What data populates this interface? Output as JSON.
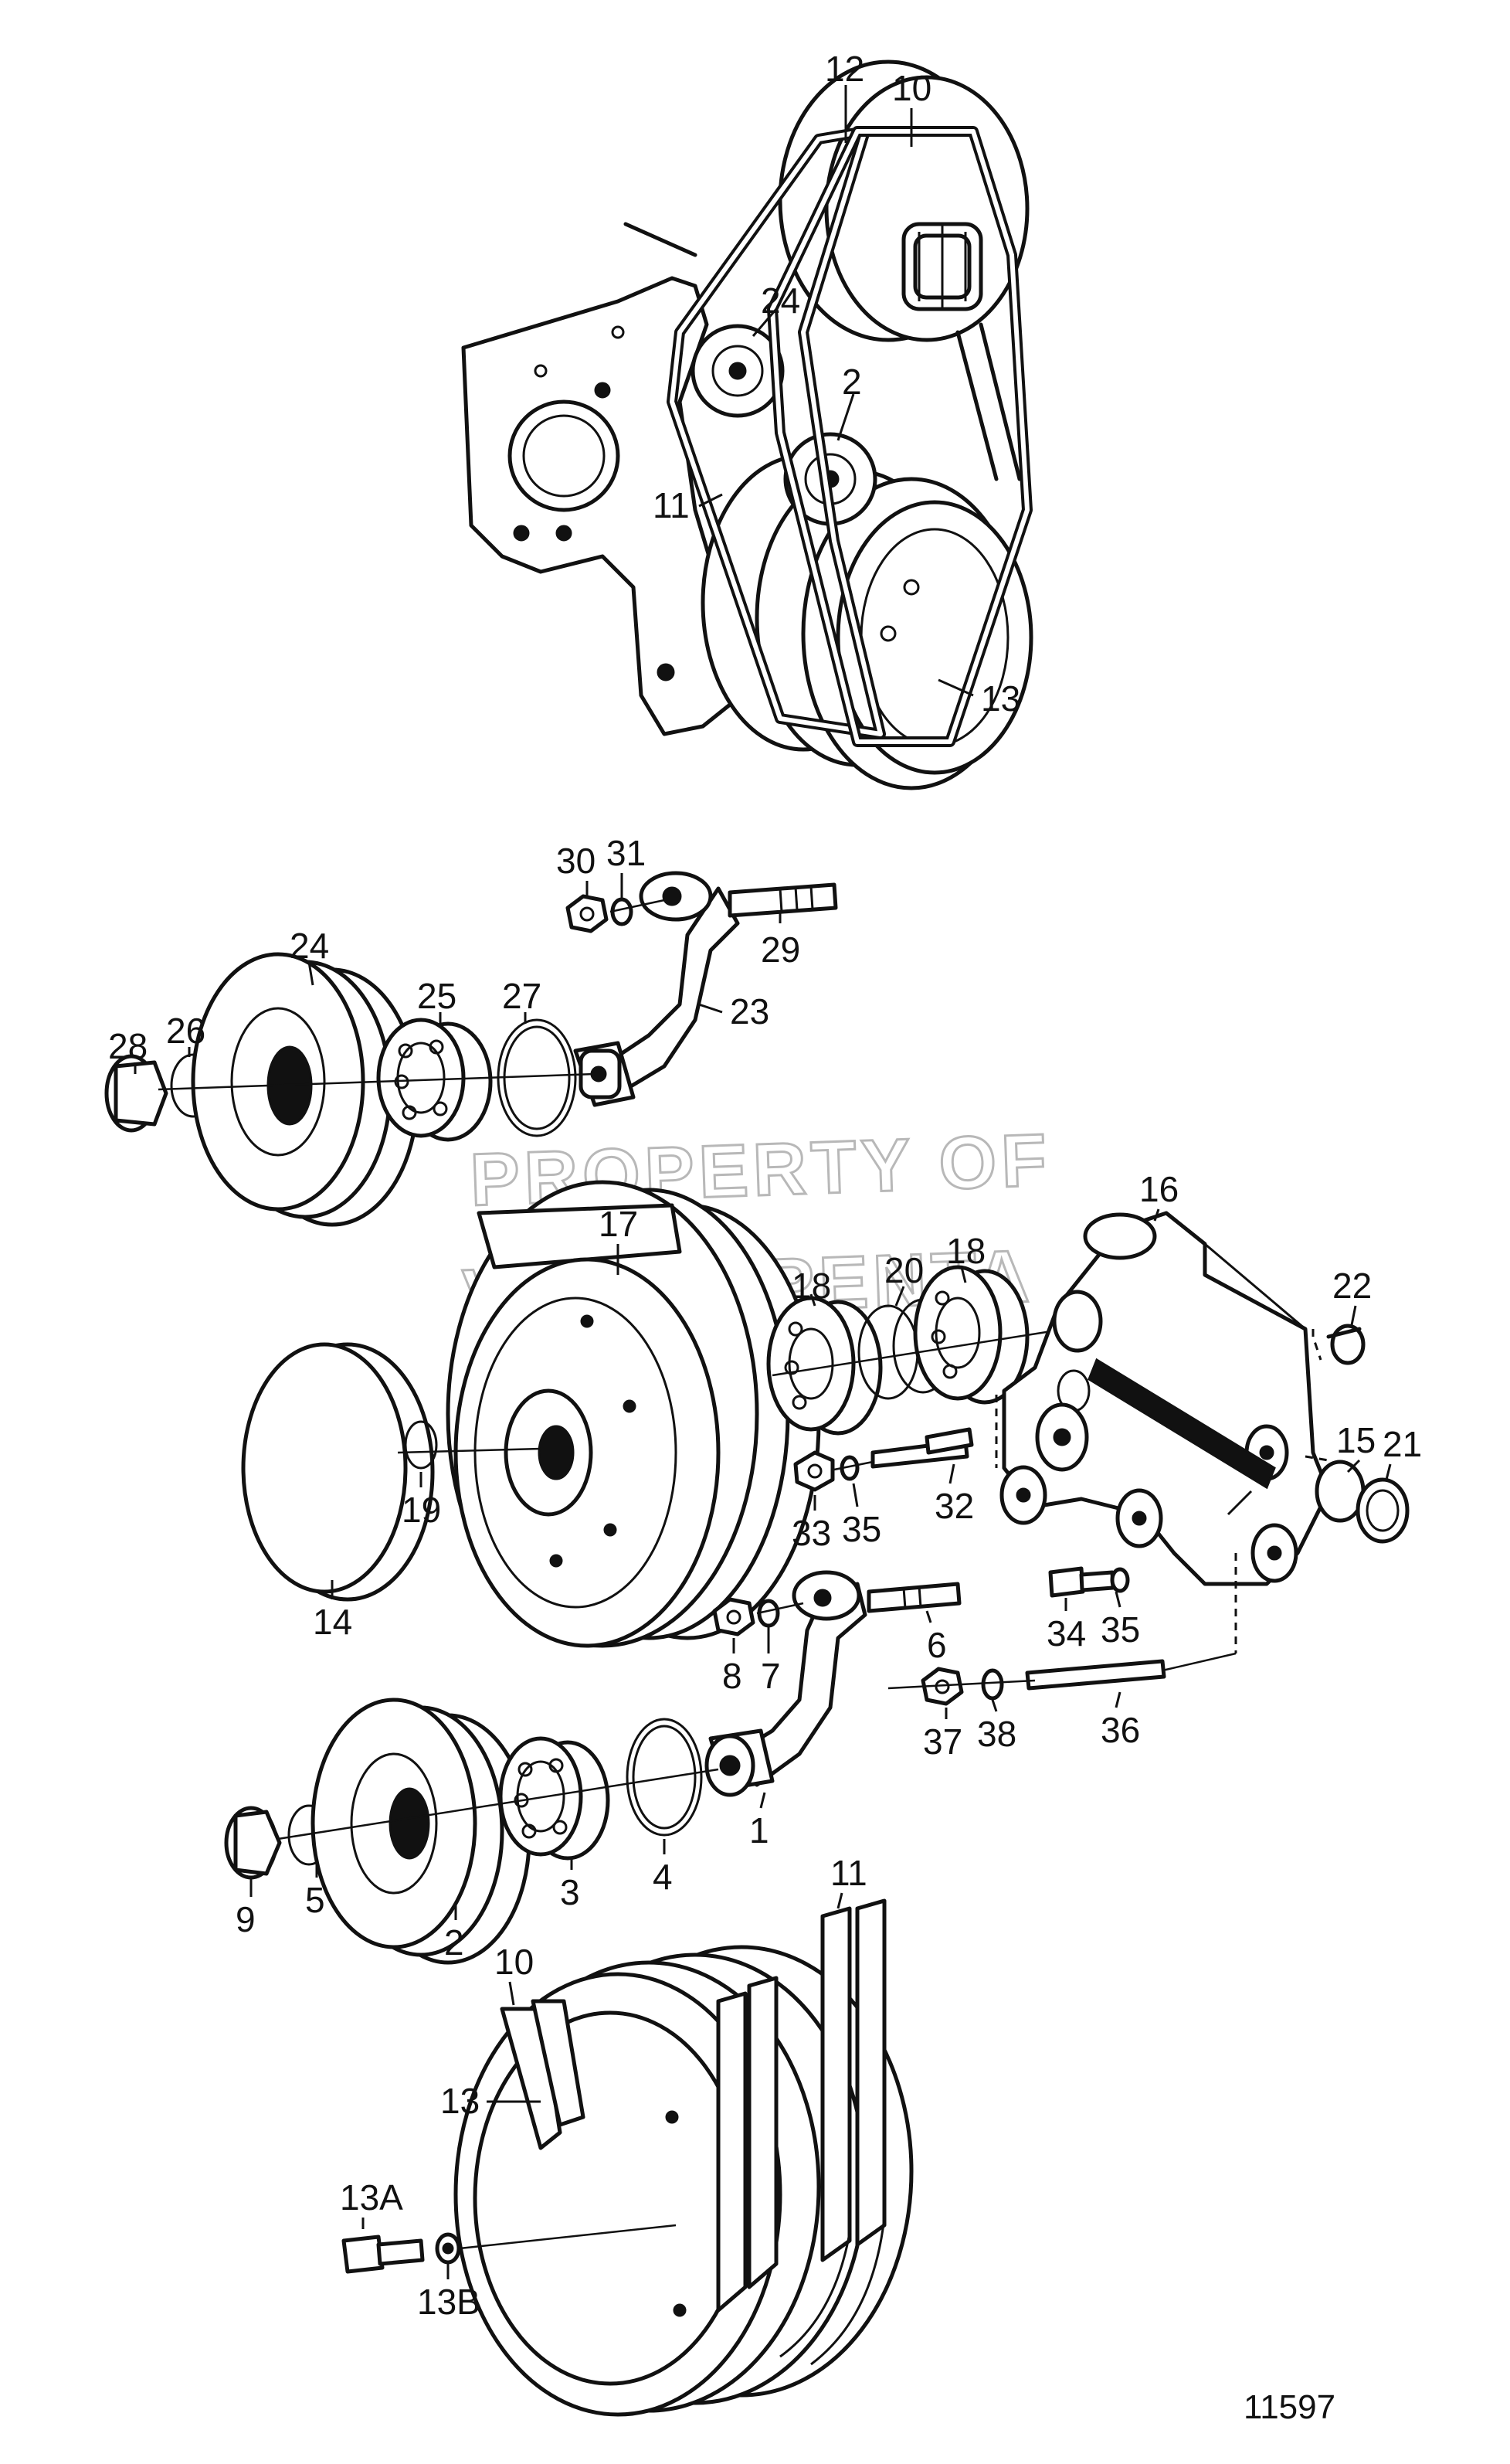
{
  "watermark": {
    "line1": "PROPERTY OF",
    "line2": "VOLVO PENTA"
  },
  "drawing_number": "11597",
  "labels": {
    "p12": "12",
    "p10_top": "10",
    "p24_top": "24",
    "p2_top": "2",
    "p11_top": "11",
    "p13_top": "13",
    "p30": "30",
    "p31": "31",
    "p29": "29",
    "p24": "24",
    "p25": "25",
    "p27": "27",
    "p23": "23",
    "p28": "28",
    "p26": "26",
    "p17": "17",
    "p16": "16",
    "p18a": "18",
    "p20": "20",
    "p18b": "18",
    "p22": "22",
    "p15": "15",
    "p21": "21",
    "p19": "19",
    "p14": "14",
    "p33": "33",
    "p35a": "35",
    "p32": "32",
    "p8": "8",
    "p7": "7",
    "p6": "6",
    "p34": "34",
    "p35b": "35",
    "p1": "1",
    "p37": "37",
    "p38": "38",
    "p36": "36",
    "p9": "9",
    "p5": "5",
    "p3": "3",
    "p4": "4",
    "p2": "2",
    "p10_bot": "10",
    "p11_bot": "11",
    "p13_bot": "13",
    "p13a": "13A",
    "p13b": "13B"
  }
}
